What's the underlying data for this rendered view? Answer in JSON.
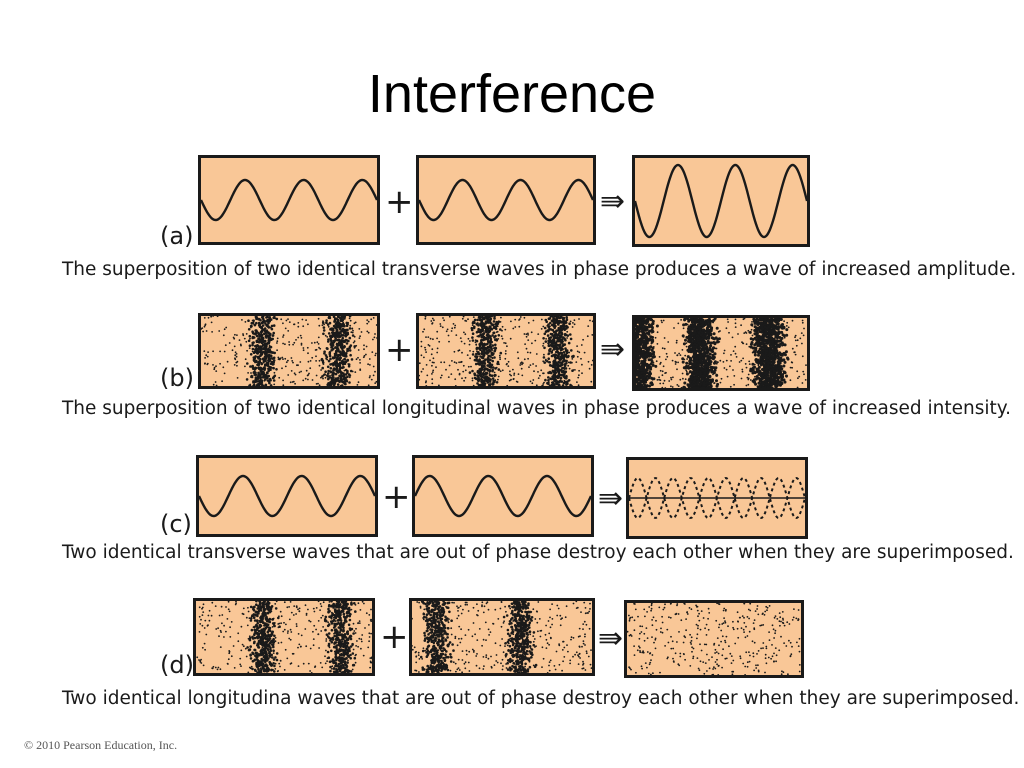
{
  "slide": {
    "title": "Interference",
    "copyright": "© 2010 Pearson Education, Inc."
  },
  "colors": {
    "panel_fill": "#f9c797",
    "ink": "#1a1a1a"
  },
  "operators": {
    "plus": "+",
    "arrow": "⇛"
  },
  "rows": [
    {
      "label": "(a)",
      "kind": "transverse-in-phase",
      "caption": "The superposition of two identical transverse waves in phase produces a wave of increased amplitude."
    },
    {
      "label": "(b)",
      "kind": "longitudinal-in-phase",
      "caption": "The superposition of two identical longitudinal waves in phase produces a wave of increased intensity."
    },
    {
      "label": "(c)",
      "kind": "transverse-out-of-phase",
      "caption": "Two identical transverse waves that are out of phase destroy each other when they are superimposed."
    },
    {
      "label": "(d)",
      "kind": "longitudinal-out-of-phase",
      "caption": "Two identical longitudina waves that are out of phase destroy each other when they are superimposed."
    }
  ]
}
